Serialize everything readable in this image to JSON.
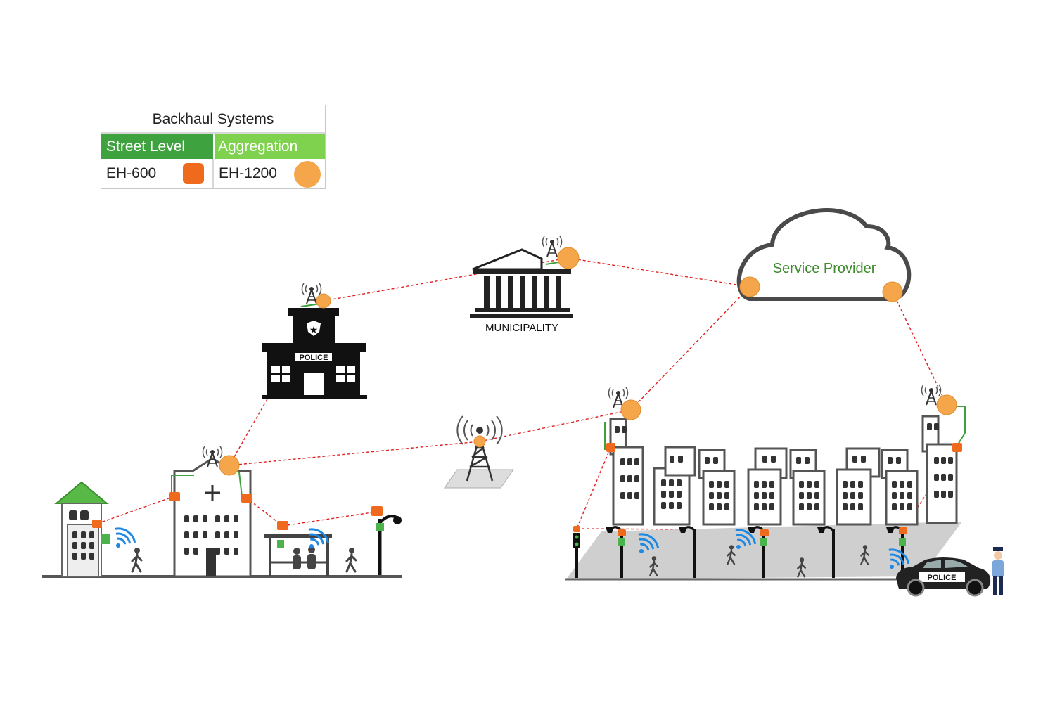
{
  "legend": {
    "title": "Backhaul Systems",
    "col1_header": "Street Level",
    "col2_header": "Aggregation",
    "col1_model": "EH-600",
    "col2_model": "EH-1200"
  },
  "labels": {
    "municipality": "MUNICIPALITY",
    "service_provider": "Service Provider",
    "police_station_sign": "POLICE",
    "police_car_sign": "POLICE"
  },
  "colors": {
    "street_level_green": "#3ea33e",
    "aggregation_green": "#7ed24e",
    "eh600_orange": "#f06a1e",
    "eh1200_orange": "#f5a64a",
    "link_red": "#e02020",
    "wifi_blue": "#1e88e5"
  },
  "icons": [
    "cloud-icon",
    "municipality-icon",
    "police-station-icon",
    "hospital-icon",
    "house-icon",
    "bus-stop-icon",
    "cell-tower-icon",
    "city-block-icon",
    "police-car-icon",
    "police-officer-icon",
    "pedestrian-icon",
    "wifi-icon",
    "street-lamp-icon",
    "antenna-icon"
  ]
}
